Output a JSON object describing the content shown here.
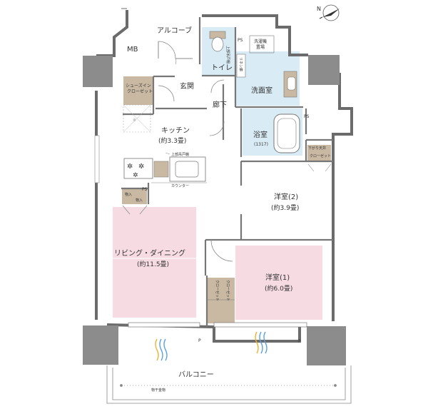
{
  "labels": {
    "mb": "MB",
    "alcove": "アルコーブ",
    "ps1": "PS",
    "laundry_line1": "洗濯機",
    "laundry_line2": "置場",
    "upper_shelf_toilet_line1": "上部吊戸棚",
    "toilet": "トイレ",
    "linen": "リネン庫",
    "shoes_closet_line1": "シューズイン",
    "shoes_closet_line2": "クローゼット",
    "genkan": "玄関",
    "washroom": "洗面室",
    "hallway": "廊下",
    "ps2": "PS",
    "kitchen": "キッチン",
    "kitchen_size": "(約3.3畳)",
    "bath": "浴室",
    "bath_size": "(1317)",
    "ceiling_lowered": "下がり天井",
    "closet_small": "クローゼット",
    "upper_shelf_kitchen": "上部吊戸棚",
    "counter": "カウンター",
    "ps3": "PS",
    "storage1": "物入",
    "storage2": "物入",
    "western2": "洋室(2)",
    "western2_size": "(約3.9畳)",
    "living": "リビング・ダイニング",
    "living_size": "(約11.5畳)",
    "western1": "洋室(1)",
    "western1_size": "(約6.0畳)",
    "closet_v1": "クローゼット",
    "closet_v2": "クローゼット",
    "p1": "P",
    "p2": "P",
    "balcony": "バルコニー",
    "handrail": "物干金物"
  },
  "colors": {
    "wall": "#8a8a8a",
    "column": "#8c8c8c",
    "pink": "#f6dbe3",
    "wet": "#d9ecf5",
    "closet": "#c9b8a2",
    "line": "#6b6b6b"
  },
  "icons": [
    "compass-icon",
    "sink-icon",
    "toilet-icon",
    "bathtub-icon",
    "stove-icon",
    "breeze-icon"
  ]
}
